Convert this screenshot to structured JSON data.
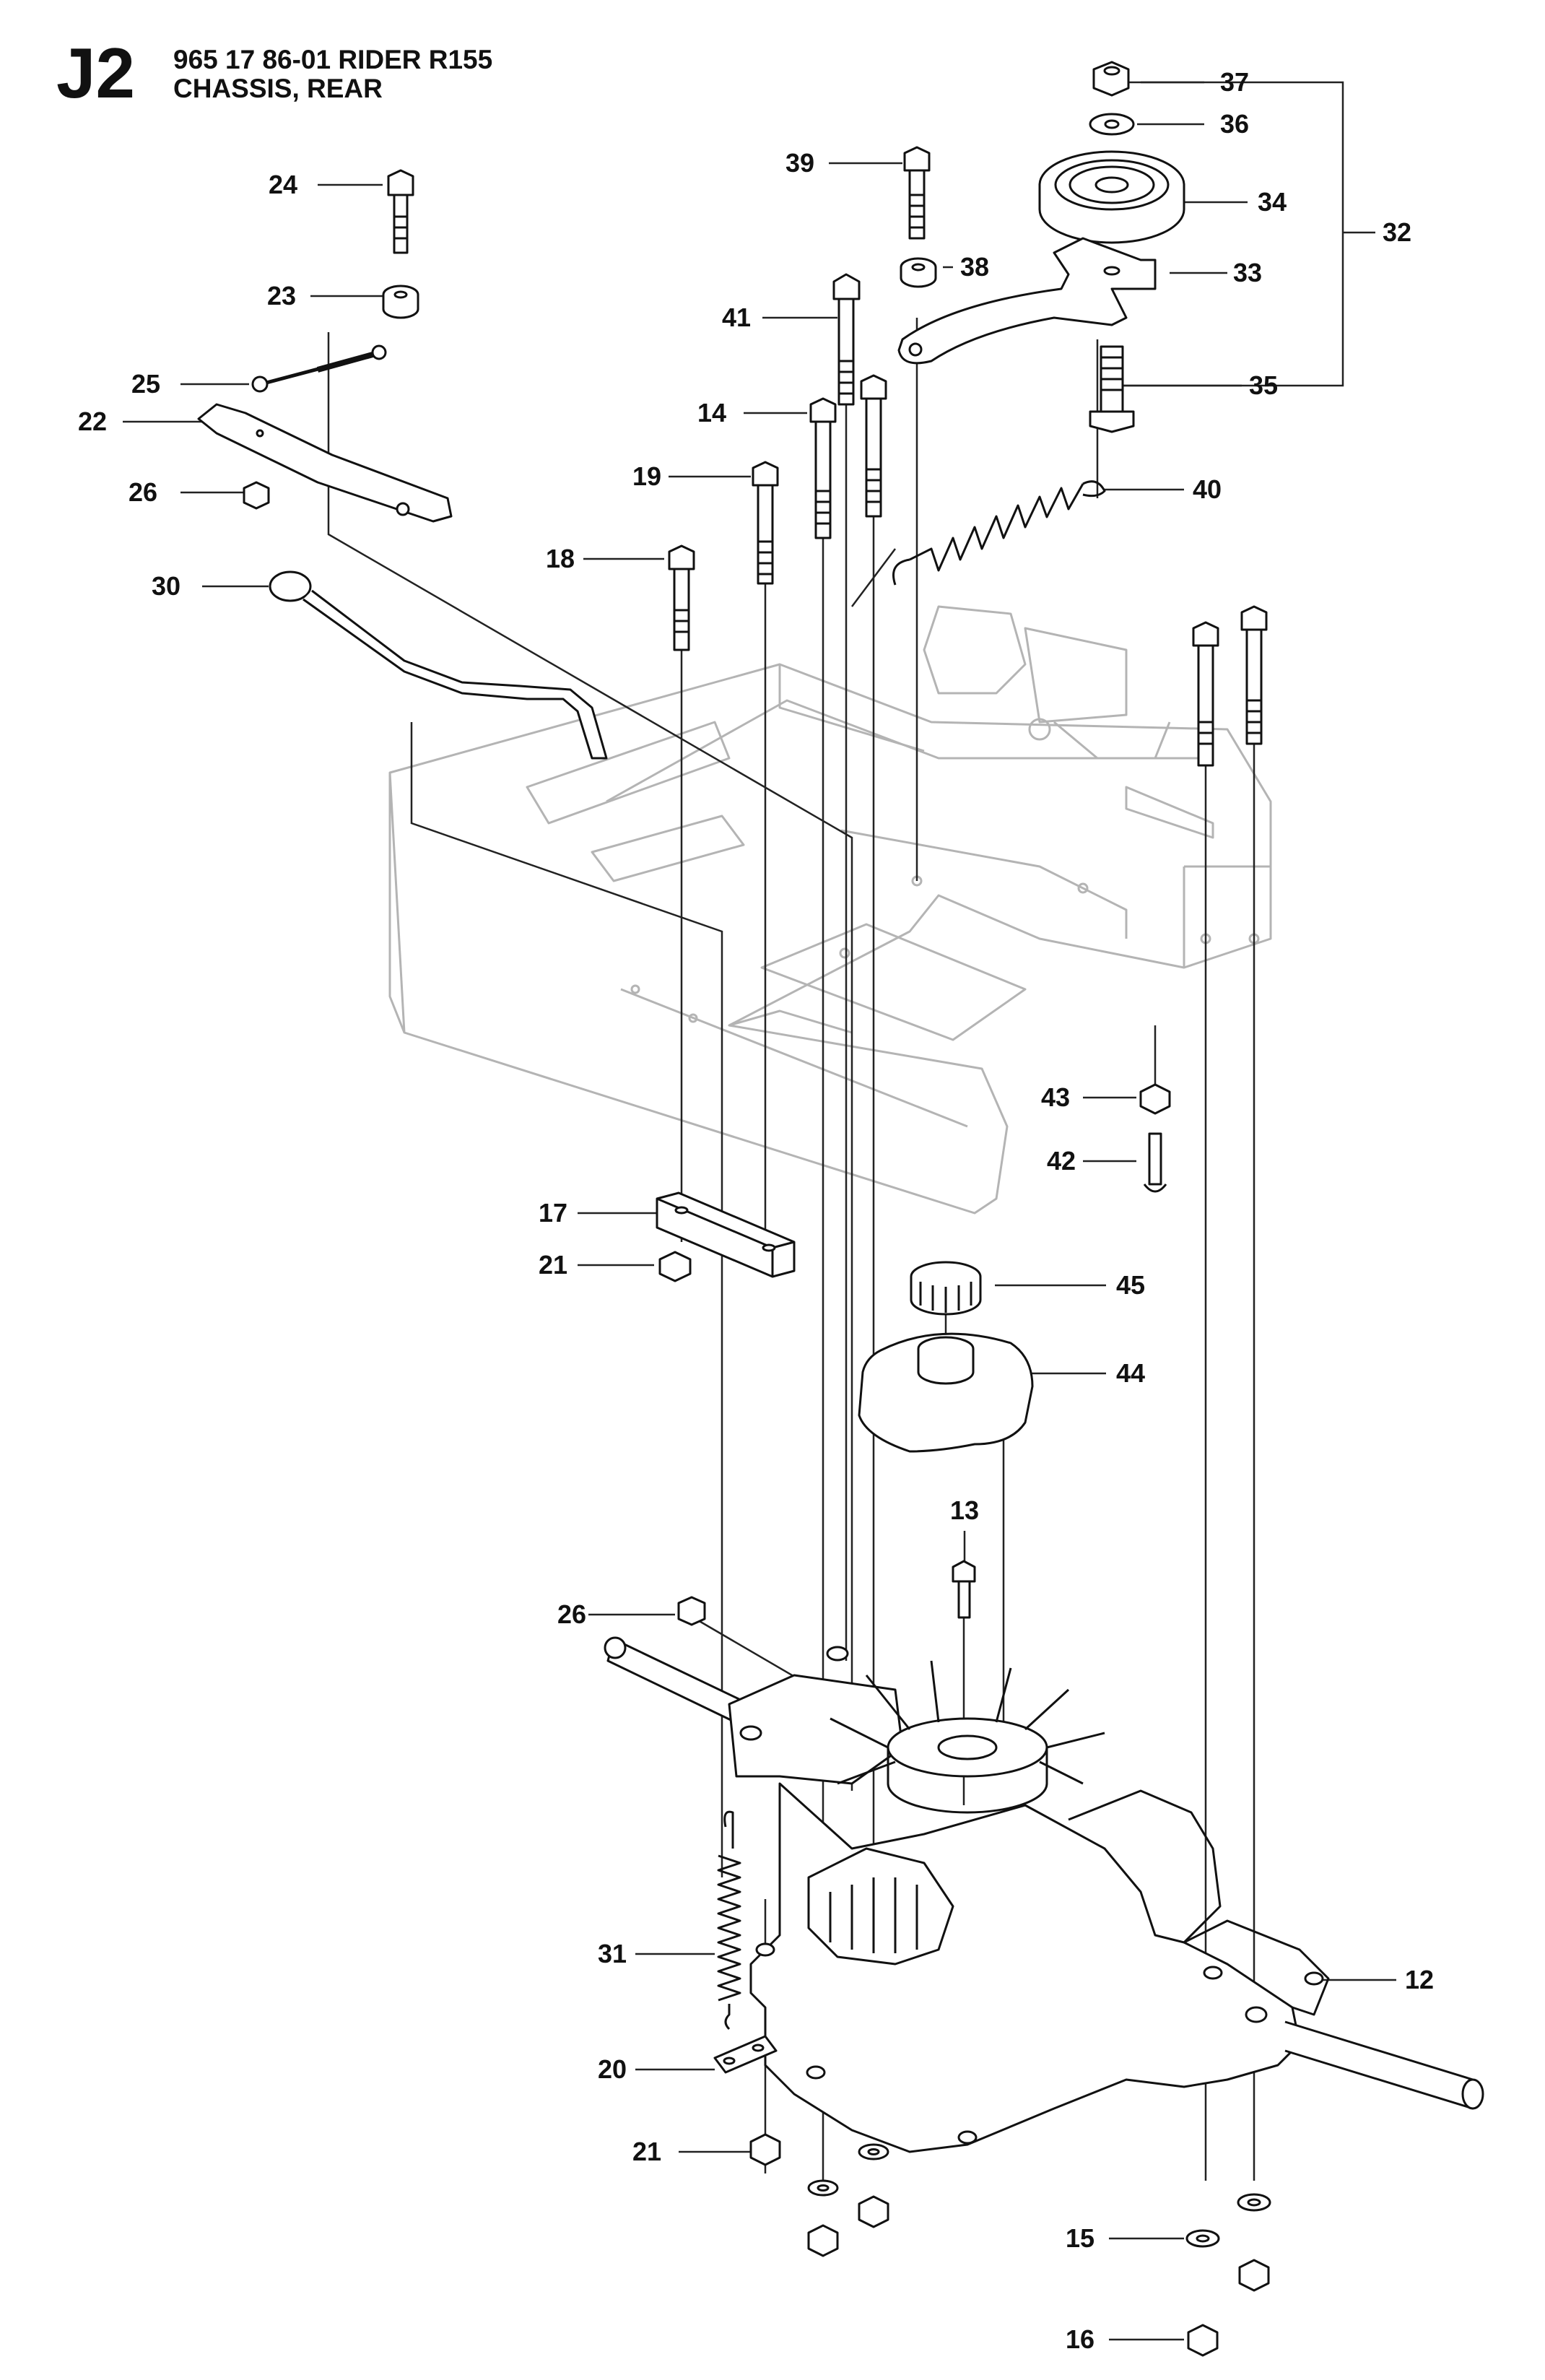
{
  "header": {
    "page_code": "J2",
    "model_line": "965 17 86-01 RIDER R155",
    "section_title": "CHASSIS, REAR"
  },
  "callouts": [
    {
      "id": "c37",
      "label": "37"
    },
    {
      "id": "c36",
      "label": "36"
    },
    {
      "id": "c34",
      "label": "34"
    },
    {
      "id": "c32",
      "label": "32"
    },
    {
      "id": "c33",
      "label": "33"
    },
    {
      "id": "c35",
      "label": "35"
    },
    {
      "id": "c39",
      "label": "39"
    },
    {
      "id": "c38",
      "label": "38"
    },
    {
      "id": "c41",
      "label": "41"
    },
    {
      "id": "c14",
      "label": "14"
    },
    {
      "id": "c19",
      "label": "19"
    },
    {
      "id": "c40",
      "label": "40"
    },
    {
      "id": "c18",
      "label": "18"
    },
    {
      "id": "c24",
      "label": "24"
    },
    {
      "id": "c23",
      "label": "23"
    },
    {
      "id": "c25",
      "label": "25"
    },
    {
      "id": "c22",
      "label": "22"
    },
    {
      "id": "c26a",
      "label": "26"
    },
    {
      "id": "c30",
      "label": "30"
    },
    {
      "id": "c43",
      "label": "43"
    },
    {
      "id": "c42",
      "label": "42"
    },
    {
      "id": "c17",
      "label": "17"
    },
    {
      "id": "c21a",
      "label": "21"
    },
    {
      "id": "c45",
      "label": "45"
    },
    {
      "id": "c44",
      "label": "44"
    },
    {
      "id": "c13",
      "label": "13"
    },
    {
      "id": "c26b",
      "label": "26"
    },
    {
      "id": "c31",
      "label": "31"
    },
    {
      "id": "c12",
      "label": "12"
    },
    {
      "id": "c20",
      "label": "20"
    },
    {
      "id": "c21b",
      "label": "21"
    },
    {
      "id": "c15",
      "label": "15"
    },
    {
      "id": "c16",
      "label": "16"
    }
  ]
}
